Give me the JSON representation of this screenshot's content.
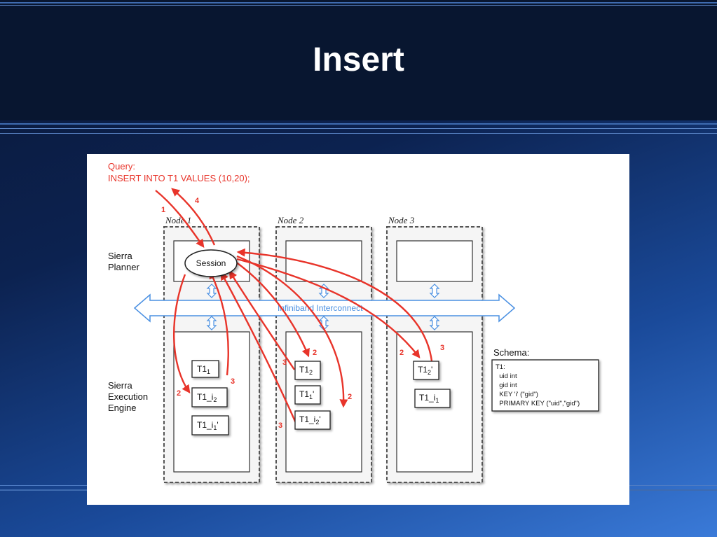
{
  "slide": {
    "title": "Insert"
  },
  "diagram": {
    "query_label": "Query:",
    "query_text": "INSERT INTO T1 VALUES (10,20);",
    "nodes": [
      "Node 1",
      "Node 2",
      "Node 3"
    ],
    "layers": {
      "planner_line1": "Sierra",
      "planner_line2": "Planner",
      "engine_line1": "Sierra",
      "engine_line2": "Execution",
      "engine_line3": "Engine"
    },
    "session_label": "Session",
    "interconnect_label": "Infiniband Interconnect",
    "tables": {
      "node1": [
        {
          "base": "T1",
          "sub": "1",
          "suffix": ""
        },
        {
          "base": "T1_i",
          "sub": "2",
          "suffix": ""
        },
        {
          "base": "T1_i",
          "sub": "1",
          "suffix": "'"
        }
      ],
      "node2": [
        {
          "base": "T1",
          "sub": "2",
          "suffix": ""
        },
        {
          "base": "T1",
          "sub": "1",
          "suffix": "'"
        },
        {
          "base": "T1_i",
          "sub": "2",
          "suffix": "'"
        }
      ],
      "node3": [
        {
          "base": "T1",
          "sub": "2",
          "suffix": "'"
        },
        {
          "base": "T1_i",
          "sub": "1",
          "suffix": ""
        }
      ]
    },
    "step_numbers": {
      "s1": "1",
      "s4": "4",
      "n1_2": "2",
      "n1_3": "3",
      "n2_2a": "2",
      "n2_3a": "3",
      "n2_2b": "2",
      "n2_3b": "3",
      "n3_2": "2",
      "n3_3": "3"
    },
    "schema": {
      "heading": "Schema:",
      "lines": [
        "T1:",
        "  uid int",
        "  gid int",
        "  KEY 'i' (\"gid\")",
        "  PRIMARY KEY (\"uid\",\"gid\")"
      ]
    },
    "colors": {
      "arrow": "#e8342a",
      "interconnect": "#4a90e2",
      "query": "#e8342a"
    }
  }
}
